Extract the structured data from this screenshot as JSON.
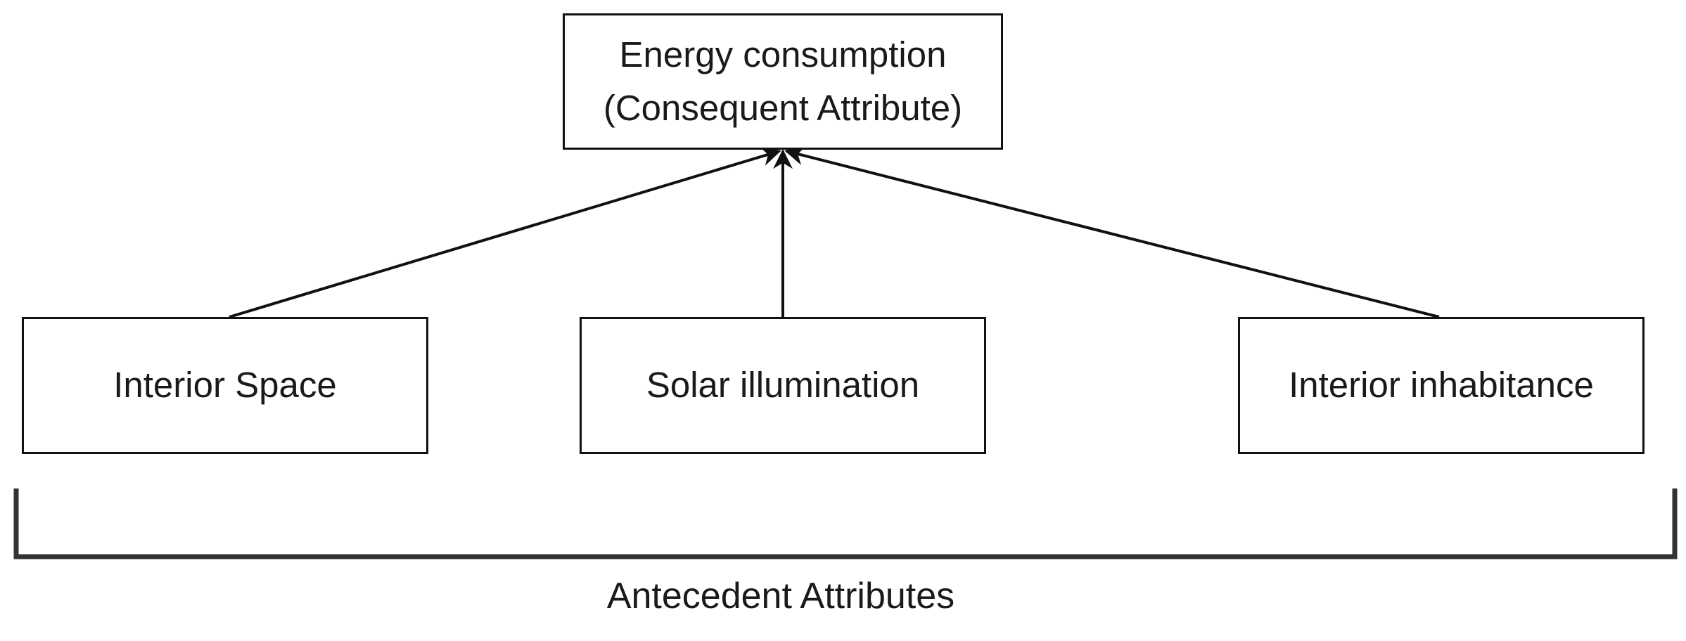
{
  "consequent": {
    "line1": "Energy consumption",
    "line2": "(Consequent Attribute)"
  },
  "antecedents": [
    {
      "label": "Interior Space"
    },
    {
      "label": "Solar illumination"
    },
    {
      "label": "Interior inhabitance"
    }
  ],
  "group_label": "Antecedent Attributes",
  "colors": {
    "stroke": "#111111",
    "background": "#ffffff"
  }
}
